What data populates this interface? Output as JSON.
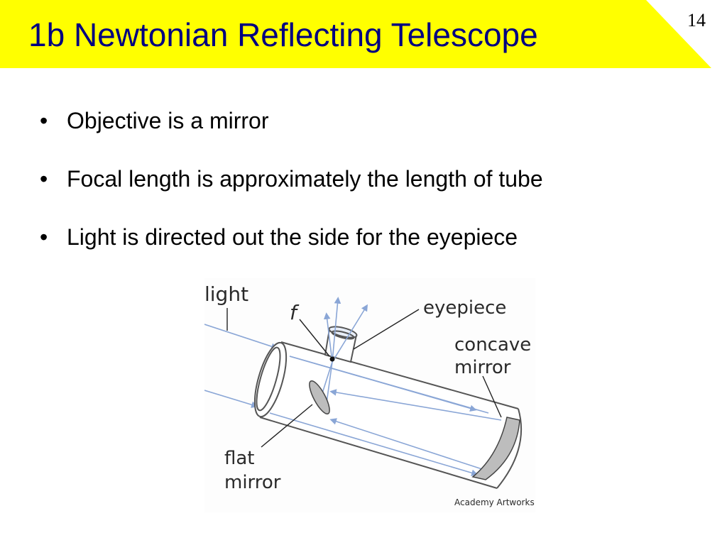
{
  "header": {
    "title": "1b Newtonian Reflecting Telescope",
    "slide_number": "14",
    "accent_color": "#ffff00",
    "title_color": "#000080"
  },
  "bullets": [
    {
      "marker": "•",
      "text": "Objective is a mirror"
    },
    {
      "marker": "•",
      "text": "Focal length is approximately the length of tube"
    },
    {
      "marker": "•",
      "text": "Light is directed out the side for the eyepiece"
    }
  ],
  "diagram": {
    "labels": {
      "light": "light",
      "focal_point": "f",
      "eyepiece": "eyepiece",
      "concave_mirror_line1": "concave",
      "concave_mirror_line2": "mirror",
      "flat_mirror_line1": "flat",
      "flat_mirror_line2": "mirror"
    },
    "credit": "Academy Artworks",
    "ray_color": "#8aa6d6",
    "mirror_fill": "#bdbdbd"
  }
}
